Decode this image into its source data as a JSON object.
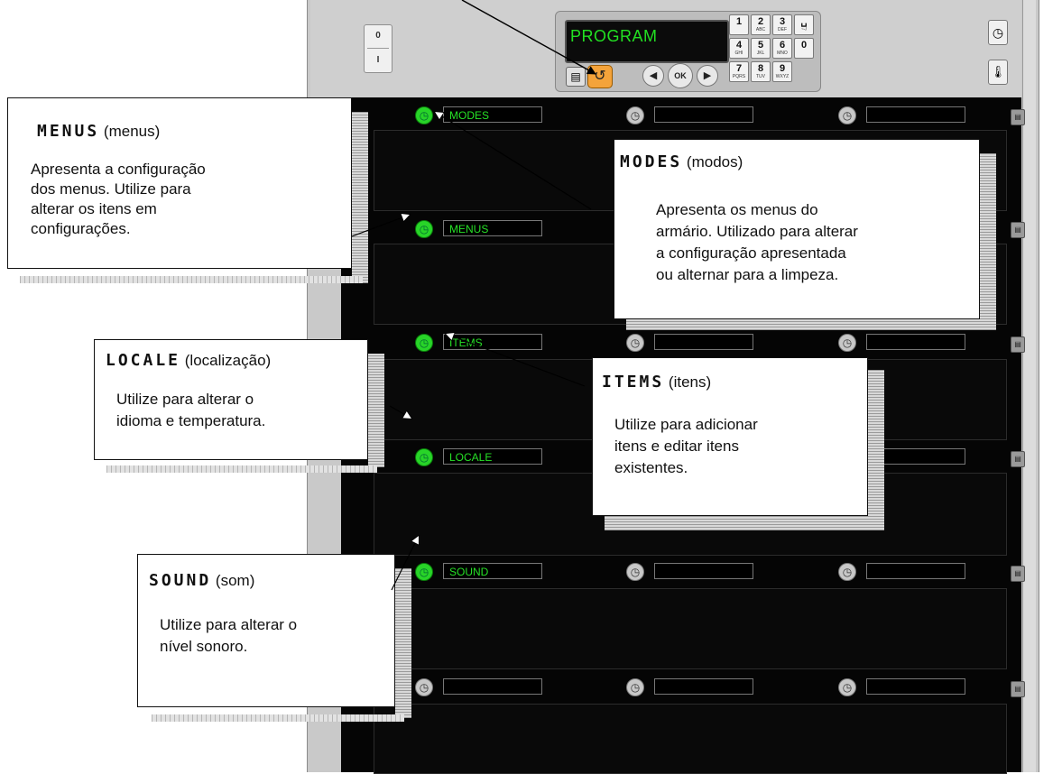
{
  "controller": {
    "display_text": "PROGRAM",
    "ok_label": "OK",
    "left_arrow": "◀",
    "right_arrow": "▶",
    "back_icon": "↺",
    "menu_icon": "▤",
    "keys": [
      {
        "num": "1",
        "sub": ""
      },
      {
        "num": "2",
        "sub": "ABC"
      },
      {
        "num": "3",
        "sub": "DEF"
      },
      {
        "num": "␣",
        "sub": "~-/"
      },
      {
        "num": "4",
        "sub": "GHI"
      },
      {
        "num": "5",
        "sub": "JKL"
      },
      {
        "num": "6",
        "sub": "MNO"
      },
      {
        "num": "0",
        "sub": ""
      },
      {
        "num": "7",
        "sub": "PQRS"
      },
      {
        "num": "8",
        "sub": "TUV"
      },
      {
        "num": "9",
        "sub": "WXYZ"
      }
    ]
  },
  "power_switch": {
    "off": "0",
    "on": "I"
  },
  "side_icons": {
    "clock": "◷",
    "thermometer": "🌡"
  },
  "slots": {
    "modes": "MODES",
    "menus": "MENUS",
    "items": "ITEMS",
    "locale": "LOCALE",
    "sound": "SOUND"
  },
  "callouts": {
    "menus": {
      "seg": "MENUS",
      "title": "(menus)",
      "body": [
        "Apresenta a configuração",
        "dos menus. Utilize para",
        "alterar os itens em",
        "configurações."
      ]
    },
    "modes": {
      "seg": "MODES",
      "title": "(modos)",
      "body": [
        "Apresenta os menus do",
        "armário. Utilizado para alterar",
        "a configuração apresentada",
        "ou alternar para a limpeza."
      ]
    },
    "locale": {
      "seg": "LOCALE",
      "title": "(localização)",
      "body": [
        "Utilize para alterar o",
        "idioma e temperatura."
      ]
    },
    "items": {
      "seg": "ITEMS",
      "title": "(itens)",
      "body": [
        "Utilize para adicionar",
        "itens e editar  itens",
        "existentes."
      ]
    },
    "sound": {
      "seg": "SOUND",
      "title": "(som)",
      "body": [
        "Utilize para alterar o",
        "nível sonoro."
      ]
    }
  },
  "colors": {
    "display_green": "#22e022",
    "active_timer": "#28d428",
    "back_button": "#f4a33a",
    "shelf_bg": "#050505"
  }
}
